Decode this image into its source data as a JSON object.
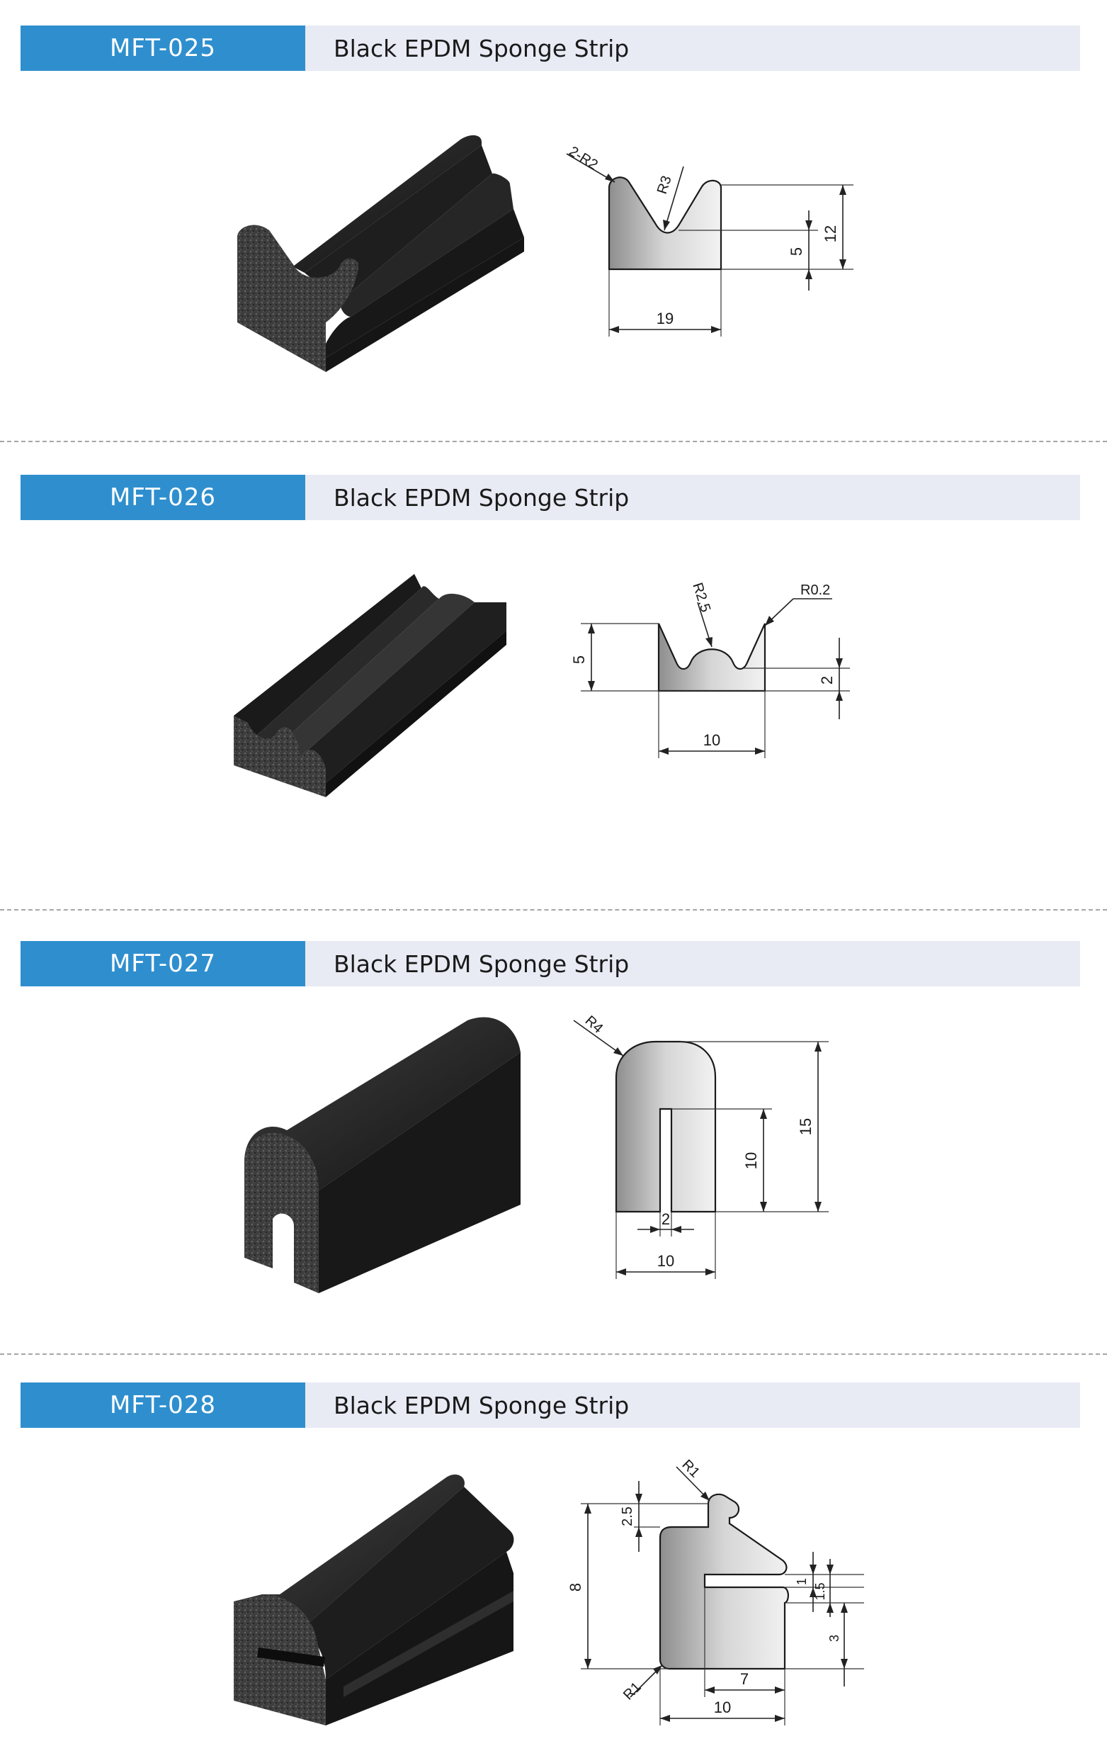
{
  "products": [
    {
      "code": "MFT-025",
      "name": "Black EPDM Sponge Strip",
      "dimensions": {
        "width": "19",
        "height": "12",
        "groove_depth": "5",
        "radius_top": "2-R2",
        "radius_groove": "R3"
      }
    },
    {
      "code": "MFT-026",
      "name": "Black EPDM Sponge Strip",
      "dimensions": {
        "width": "10",
        "height": "5",
        "groove_depth": "2",
        "radius_center": "R2.5",
        "radius_edge": "R0.2"
      }
    },
    {
      "code": "MFT-027",
      "name": "Black EPDM Sponge Strip",
      "dimensions": {
        "width": "10",
        "height": "15",
        "slot_depth": "10",
        "slot_width": "2",
        "radius": "R4"
      }
    },
    {
      "code": "MFT-028",
      "name": "Black EPDM Sponge Strip",
      "dimensions": {
        "width": "10",
        "height": "8",
        "lip": "2.5",
        "slot_depth": "7",
        "dim_a": "1",
        "dim_b": "1.5",
        "dim_c": "3",
        "radius_top": "R1",
        "radius_bottom": "R1"
      }
    }
  ],
  "colors": {
    "code_bg": "#2f8fce",
    "name_bg": "#e8eaf4",
    "rubber": "#1c1c1c",
    "sponge": "#3a3a3a"
  }
}
